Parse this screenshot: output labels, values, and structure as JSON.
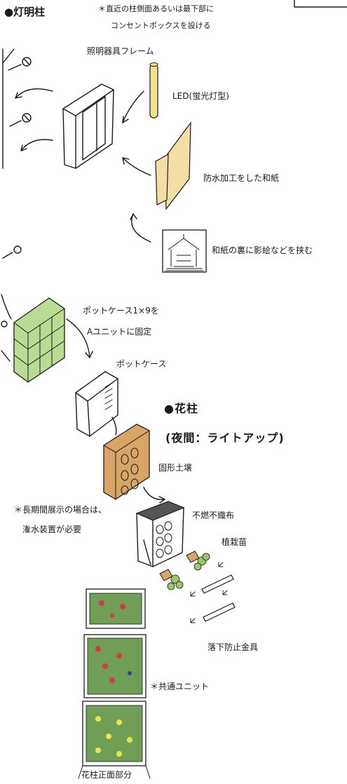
{
  "lantern_pillar": {
    "heading": "●灯明柱",
    "note_line1": "＊直近の柱側面あるいは最下部に",
    "note_line2": "コンセントボックスを設ける",
    "frame_label": "照明器具フレーム",
    "led_label": "LED(蛍光灯型)",
    "washi_label": "防水加工をした和紙",
    "shadow_label": "和紙の裏に影絵などを挟む"
  },
  "planter_assembly": {
    "pot_fixed_line1": "ポットケース1×9を",
    "pot_fixed_line2": "Aユニットに固定",
    "pot_case_label": "ポットケース"
  },
  "flower_pillar": {
    "heading": "●花柱",
    "subheading": "(夜間：ライトアップ)",
    "soil_label": "固形土壌",
    "long_term_line1": "＊長期間展示の場合は、",
    "long_term_line2": "潅水装置が必要",
    "fabric_label": "不燃不織布",
    "seedling_label": "植栽苗",
    "fall_guard_label": "落下防止金具",
    "common_unit_label": "＊共通ユニット",
    "front_label": "花柱正面部分"
  },
  "colors": {
    "ink": "#1a1a1a",
    "led_yellow": "#f2e48a",
    "washi": "#f3dfa6",
    "green_grid": "#b9dc92",
    "soil_brown": "#d9a566",
    "leaf_green": "#9cc46a",
    "bed_green": "#6f9e57",
    "flower_red": "#d63a4a",
    "flower_yellow": "#efe24a"
  }
}
